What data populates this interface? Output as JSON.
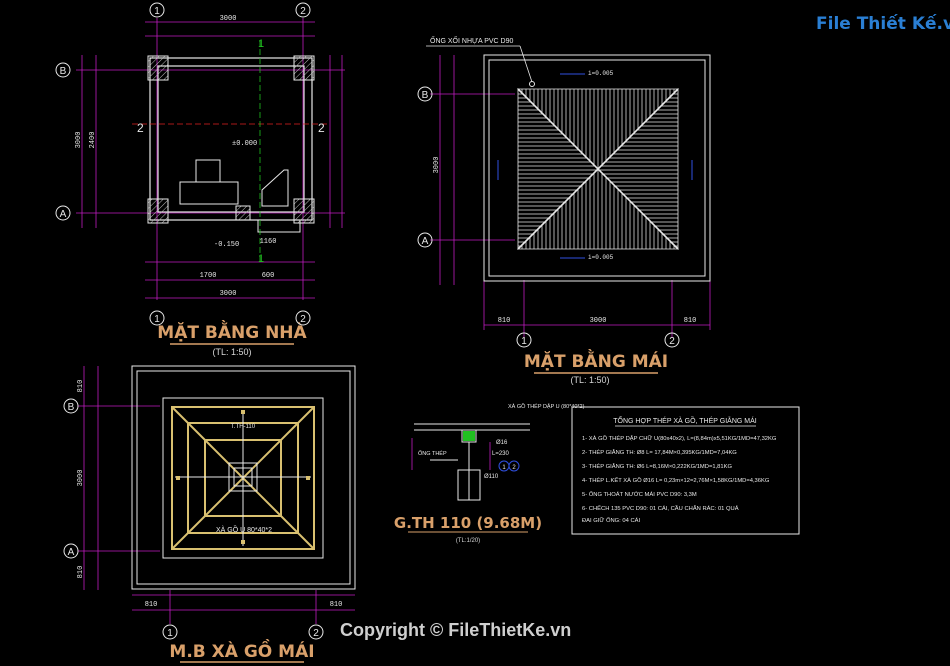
{
  "titles": {
    "house_plan": "MẶT BẰNG NHÀ",
    "house_plan_scale": "(TL: 1:50)",
    "roof_plan": "MẶT BẰNG MÁI",
    "roof_plan_scale": "(TL: 1:50)",
    "purlin_plan": "M.B XÀ GỒ MÁI",
    "gutter_detail": "G.TH 110 (9.68M)",
    "gutter_detail_scale": "(TL:1/20)"
  },
  "grid_labels": {
    "g1": "1",
    "g2": "2",
    "gA": "A",
    "gB": "B"
  },
  "house_plan": {
    "dims_top": "3000",
    "dims_left_total": "3000",
    "dims_left_mid": "2400",
    "dims_bottom_1": "1700",
    "dims_bottom_2": "600",
    "dims_bottom_total": "3000",
    "door_width": "1160",
    "section_mark": "2",
    "cut_mark": "1",
    "level_floor": "±0.000",
    "level_step": "-0.150"
  },
  "roof_plan": {
    "pipe_note": "ỐNG XỐI NHỰA PVC D90",
    "dim_left": "3000",
    "dim_bottom_left": "810",
    "dim_bottom_mid": "3000",
    "dim_bottom_right": "810",
    "slope_top": "i=0.005",
    "slope_bottom": "i=0.005"
  },
  "purlin_plan": {
    "label_center": "T.TH-110",
    "label_purlin": "XÀ GỒ U 80*40*2",
    "dim_left": "3000",
    "dim_left_top": "810",
    "dim_left_bottom": "810",
    "dim_bottom_left": "810",
    "dim_bottom_right": "810"
  },
  "gutter_detail": {
    "label_top": "XÀ GỒ THÉP DẬP U (80*40*2)",
    "label_rebar": "Ø16",
    "label_length": "L=230",
    "label_pipe": "ỐNG THÉP",
    "label_bottom": "Ø110",
    "mark_1": "1",
    "mark_2": "2"
  },
  "summary": {
    "title": "TỔNG HỢP THÉP XÀ GỒ, THÉP GIẰNG MÁI",
    "lines": [
      "1- XÀ GỒ THÉP DẬP CHỮ U(80x40x2), L=(8,84m)x5,51KG/1MD=47,32KG",
      "2- THÉP GIẰNG TH: Ø8 L= 17,84M×0,395KG/1MD=7,04KG",
      "3- THÉP GIẰNG TH: Ø6 L=8,16M×0,222KG/1MD=1,81KG",
      "4- THÉP L.KẾT XÀ GỒ Ø16 L= 0,23m×12=2,76M×1,58KG/1MD=4,36KG",
      "5- ỐNG THOÁT NƯỚC MÁI PVC D90: 3,3M",
      "6- CHẾCH 135 PVC D90: 01 CÁI, CẦU CHẮN RÁC: 01 QUẢ",
      "ĐAI GIỮ ỐNG: 04 CÁI"
    ]
  },
  "branding": {
    "logo_text": "File Thiết Kế.vn",
    "copyright": "Copyright © FileThietKe.vn"
  },
  "colors": {
    "background": "#000000",
    "dimension_lines": "#c01cc0",
    "walls": "#e8e8e8",
    "title": "#d9a06a",
    "grid_bubble": "#e8e8e8",
    "accent_green": "#20c020",
    "accent_red": "#e02020",
    "accent_blue": "#3050e0",
    "brand_blue": "#2a7fd4"
  }
}
